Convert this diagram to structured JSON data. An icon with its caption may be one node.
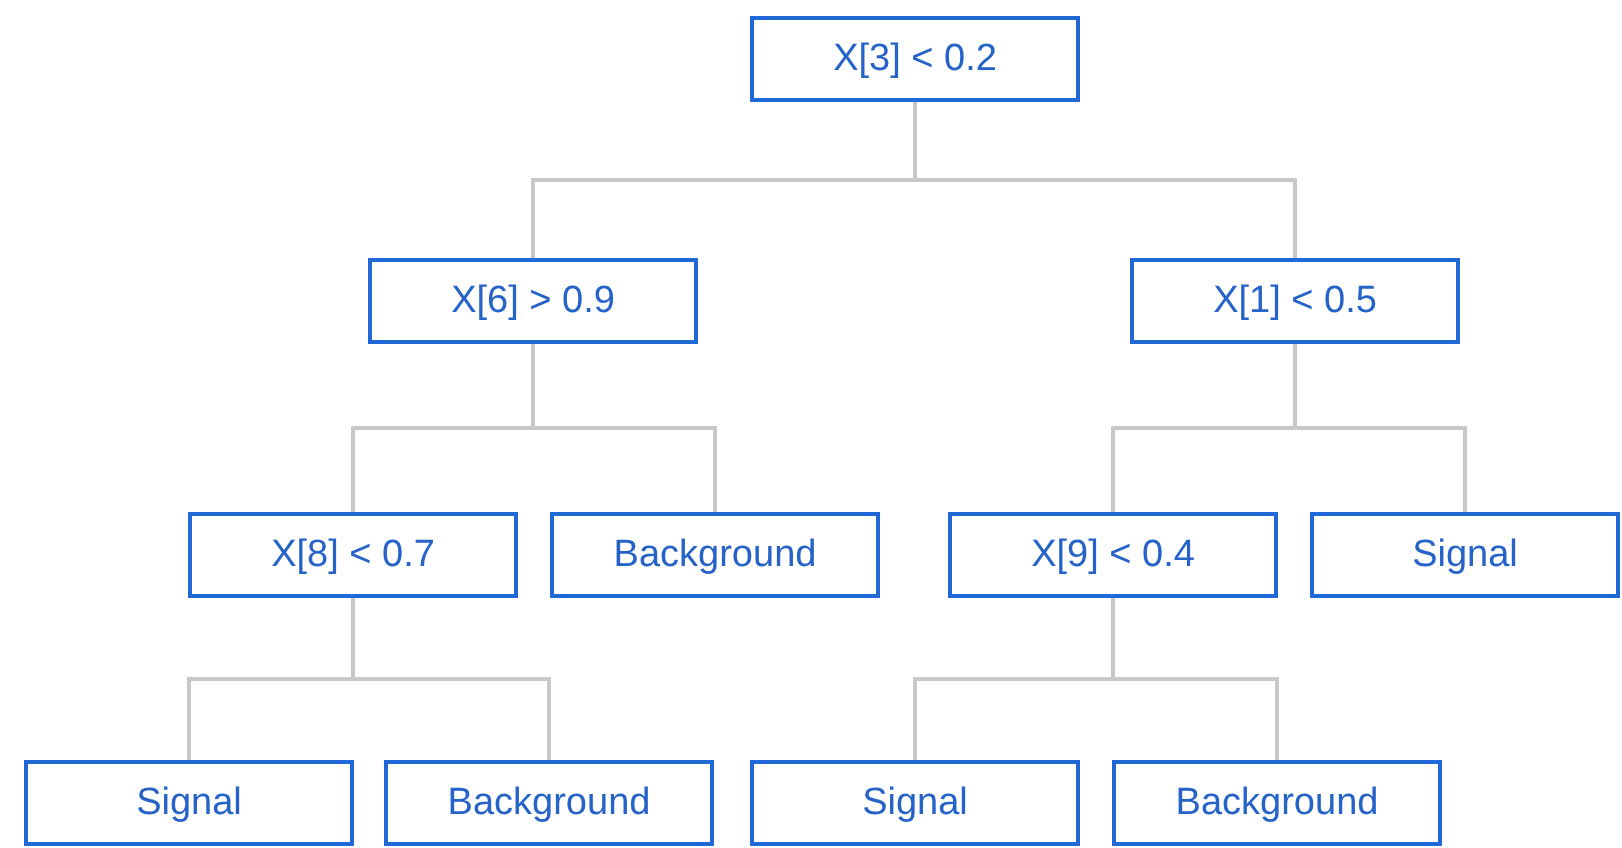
{
  "diagram": {
    "nodes": [
      {
        "text": [
          "X[3] < 0.2"
        ]
      },
      {
        "text": [
          "X[6] > 0.9"
        ]
      },
      {
        "text": [
          "X[1] < 0.5"
        ]
      },
      {
        "text": [
          "X[8] < 0.7"
        ]
      },
      {
        "text": [
          "Background"
        ]
      },
      {
        "text": [
          "X[9] < 0.4"
        ]
      },
      {
        "text": [
          "Signal"
        ]
      },
      {
        "text": [
          "Signal"
        ]
      },
      {
        "text": [
          "Background"
        ]
      },
      {
        "text": [
          "Signal"
        ]
      },
      {
        "text": [
          "Background"
        ]
      }
    ],
    "edges": [
      {
        "from": 0,
        "to": 1,
        "arrow": "none"
      },
      {
        "from": 0,
        "to": 2,
        "arrow": "none"
      },
      {
        "from": 1,
        "to": 3,
        "arrow": "none"
      },
      {
        "from": 1,
        "to": 4,
        "arrow": "none"
      },
      {
        "from": 2,
        "to": 5,
        "arrow": "none"
      },
      {
        "from": 2,
        "to": 6,
        "arrow": "none"
      },
      {
        "from": 3,
        "to": 7,
        "arrow": "none"
      },
      {
        "from": 3,
        "to": 8,
        "arrow": "none"
      },
      {
        "from": 5,
        "to": 9,
        "arrow": "none"
      },
      {
        "from": 5,
        "to": 10,
        "arrow": "none"
      }
    ]
  }
}
